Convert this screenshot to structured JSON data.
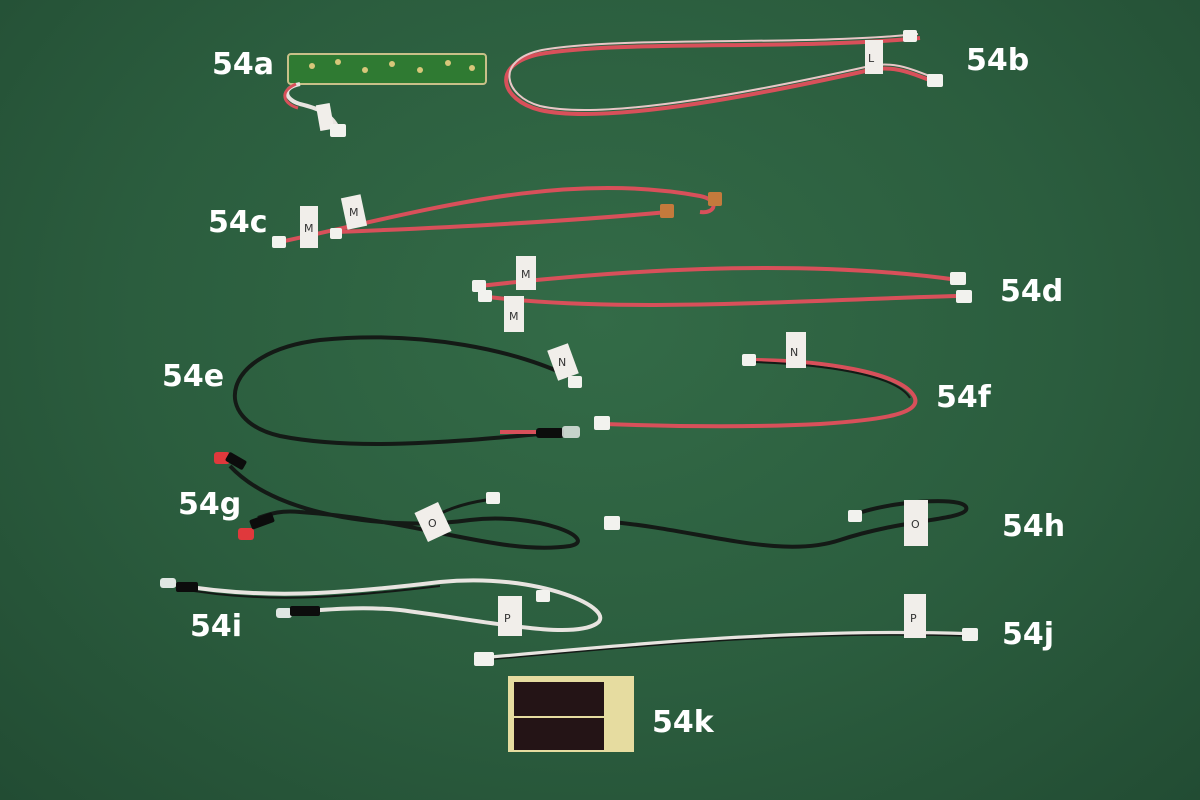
{
  "labels": {
    "a": "54a",
    "b": "54b",
    "c": "54c",
    "d": "54d",
    "e": "54e",
    "f": "54f",
    "g": "54g",
    "h": "54h",
    "i": "54i",
    "j": "54j",
    "k": "54k"
  },
  "tags": {
    "b": "L",
    "c1": "M",
    "c2": "M",
    "d1": "M",
    "d2": "M",
    "e": "N",
    "f": "N",
    "g": "O",
    "h": "O",
    "i": "P",
    "j": "P"
  },
  "colors": {
    "mat": "#2b5d3e",
    "red_wire": "#d8505a",
    "white_wire": "#e8e4e0",
    "black_wire": "#141a16",
    "pcb": "#2f7a32",
    "pad": "#1a1012"
  }
}
